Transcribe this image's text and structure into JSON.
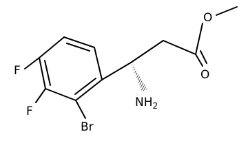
{
  "molecule": {
    "atoms": {
      "fluorine_top": "F",
      "fluorine_bottom": "F",
      "bromine": "Br",
      "amino_main": "NH",
      "amino_subscript": "2",
      "ester_oxygen": "O",
      "carbonyl_oxygen": "O"
    },
    "colors": {
      "bond": "#000000",
      "label": "#000000",
      "background": "#ffffff"
    }
  }
}
